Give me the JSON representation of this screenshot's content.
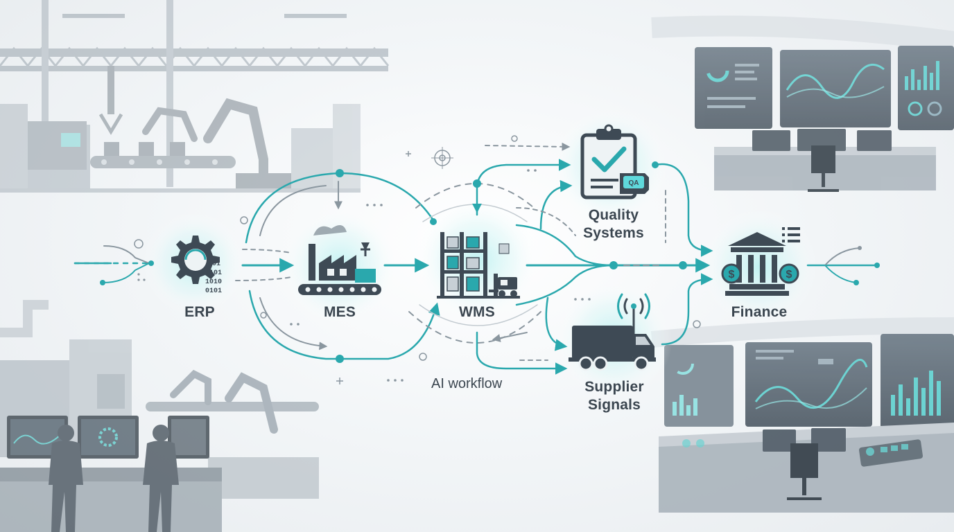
{
  "nodes": {
    "erp": "ERP",
    "mes": "MES",
    "wms": "WMS",
    "quality": [
      "Quality",
      "Systems"
    ],
    "supplier": [
      "Supplier",
      "Signals"
    ],
    "finance": "Finance"
  },
  "caption": "AI workflow",
  "badges": {
    "qa": "QA",
    "binary": [
      "101",
      "0101",
      "1010",
      "0101"
    ]
  },
  "colors": {
    "accent": "#2aa8ad",
    "glow": "#5fd9dc",
    "icon_dark": "#3e4a55",
    "background_machinery": "#b7c0c8"
  },
  "icons": [
    "gear-icon",
    "factory-icon",
    "warehouse-icon",
    "clipboard-check-icon",
    "truck-icon",
    "bank-icon"
  ]
}
